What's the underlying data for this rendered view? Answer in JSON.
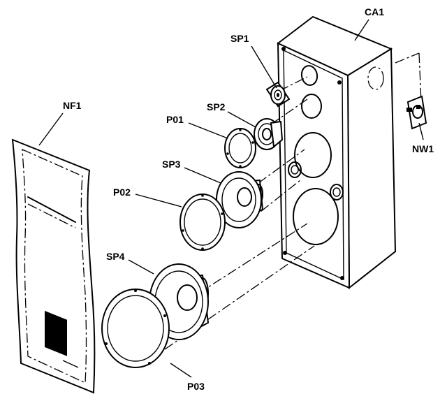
{
  "labels": {
    "ca1": "CA1",
    "sp1": "SP1",
    "sp2": "SP2",
    "sp3": "SP3",
    "sp4": "SP4",
    "p01": "P01",
    "p02": "P02",
    "p03": "P03",
    "nf1": "NF1",
    "nw1": "NW1"
  }
}
